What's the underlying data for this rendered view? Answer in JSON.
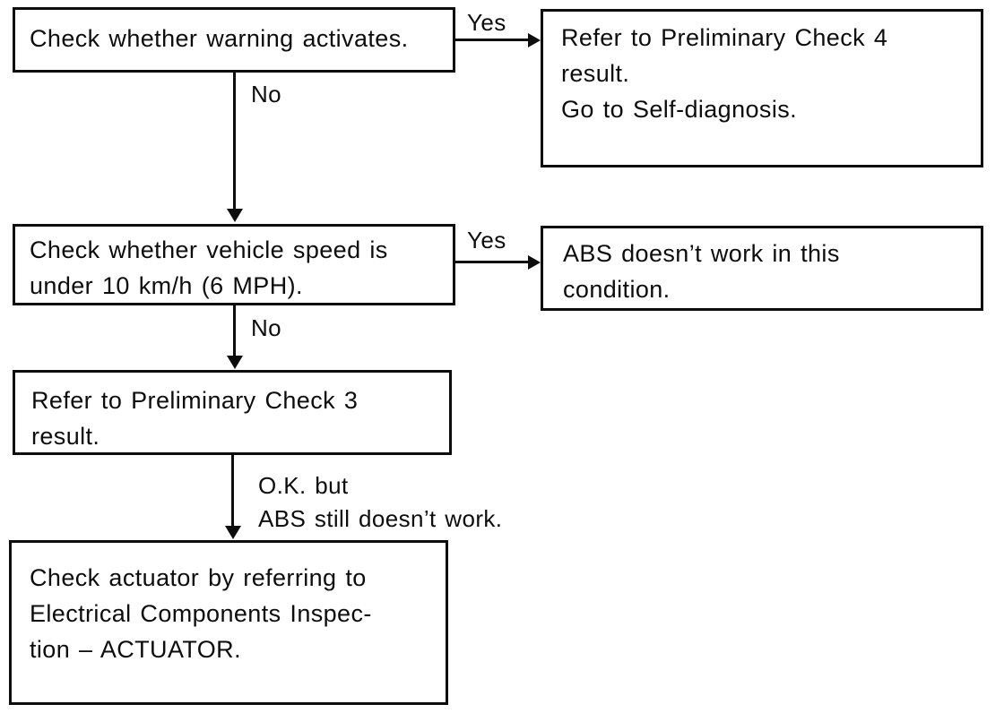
{
  "flowchart": {
    "colors": {
      "ink": "#0d0d0d",
      "paper": "#ffffff"
    },
    "nodes": [
      {
        "id": "check-warning",
        "lines": [
          "Check whether warning activates."
        ]
      },
      {
        "id": "refer-check-4",
        "lines": [
          "Refer to Preliminary Check 4",
          "result.",
          "Go to Self-diagnosis."
        ]
      },
      {
        "id": "check-speed",
        "lines": [
          "Check whether vehicle speed is",
          "under 10 km/h (6 MPH)."
        ]
      },
      {
        "id": "abs-no-work",
        "lines": [
          "ABS doesn’t work in this",
          "condition."
        ]
      },
      {
        "id": "refer-check-3",
        "lines": [
          "Refer to Preliminary Check 3",
          "result."
        ]
      },
      {
        "id": "check-actuator",
        "lines": [
          "Check actuator by referring to",
          "Electrical Components Inspec-",
          "tion – ACTUATOR."
        ]
      }
    ],
    "edges": [
      {
        "from": "check-warning",
        "to": "refer-check-4",
        "direction": "right",
        "label_lines": [
          "Yes"
        ]
      },
      {
        "from": "check-warning",
        "to": "check-speed",
        "direction": "down",
        "label_lines": [
          "No"
        ]
      },
      {
        "from": "check-speed",
        "to": "abs-no-work",
        "direction": "right",
        "label_lines": [
          "Yes"
        ]
      },
      {
        "from": "check-speed",
        "to": "refer-check-3",
        "direction": "down",
        "label_lines": [
          "No"
        ]
      },
      {
        "from": "refer-check-3",
        "to": "check-actuator",
        "direction": "down",
        "label_lines": [
          "O.K. but",
          "ABS still doesn’t work."
        ]
      }
    ]
  }
}
